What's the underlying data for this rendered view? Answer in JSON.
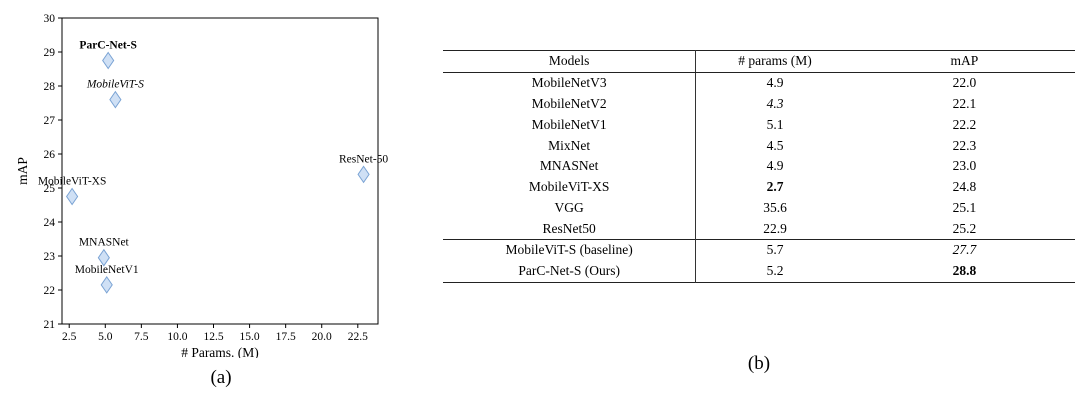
{
  "figure": {
    "caption_a": "(a)",
    "caption_b": "(b)"
  },
  "chart_data": {
    "type": "scatter",
    "title": "",
    "xlabel": "# Params. (M)",
    "ylabel": "mAP",
    "xlim": [
      2.0,
      23.9
    ],
    "ylim": [
      21,
      30
    ],
    "x_ticks": [
      "2.5",
      "5.0",
      "7.5",
      "10.0",
      "12.5",
      "15.0",
      "17.5",
      "20.0",
      "22.5"
    ],
    "y_ticks": [
      "21",
      "22",
      "23",
      "24",
      "25",
      "26",
      "27",
      "28",
      "29",
      "30"
    ],
    "grid": false,
    "legend": "none",
    "marker_shape": "diamond",
    "marker_fill": "#cfe0f5",
    "marker_stroke": "#7aa3d4",
    "points": [
      {
        "label": "ParC-Net-S",
        "x": 5.2,
        "y": 28.75,
        "style": "bold"
      },
      {
        "label": "MobileViT-S",
        "x": 5.7,
        "y": 27.6,
        "style": "italic"
      },
      {
        "label": "ResNet-50",
        "x": 22.9,
        "y": 25.4,
        "style": "normal"
      },
      {
        "label": "MobileViT-XS",
        "x": 2.7,
        "y": 24.75,
        "style": "normal"
      },
      {
        "label": "MNASNet",
        "x": 4.9,
        "y": 22.95,
        "style": "normal"
      },
      {
        "label": "MobileNetV1",
        "x": 5.1,
        "y": 22.15,
        "style": "normal"
      }
    ]
  },
  "table": {
    "headers": [
      "Models",
      "# params (M)",
      "mAP"
    ],
    "rows": [
      {
        "model": "MobileNetV3",
        "params": "4.9",
        "map": "22.0"
      },
      {
        "model": "MobileNetV2",
        "params": "4.3",
        "map": "22.1",
        "params_style": "italic"
      },
      {
        "model": "MobileNetV1",
        "params": "5.1",
        "map": "22.2"
      },
      {
        "model": "MixNet",
        "params": "4.5",
        "map": "22.3"
      },
      {
        "model": "MNASNet",
        "params": "4.9",
        "map": "23.0"
      },
      {
        "model": "MobileViT-XS",
        "params": "2.7",
        "map": "24.8",
        "params_style": "bold"
      },
      {
        "model": "VGG",
        "params": "35.6",
        "map": "25.1"
      },
      {
        "model": "ResNet50",
        "params": "22.9",
        "map": "25.2"
      },
      {
        "model": "MobileViT-S (baseline)",
        "params": "5.7",
        "map": "27.7",
        "map_style": "italic",
        "rule_above": true
      },
      {
        "model": "ParC-Net-S (Ours)",
        "params": "5.2",
        "map": "28.8",
        "map_style": "bold"
      }
    ]
  }
}
